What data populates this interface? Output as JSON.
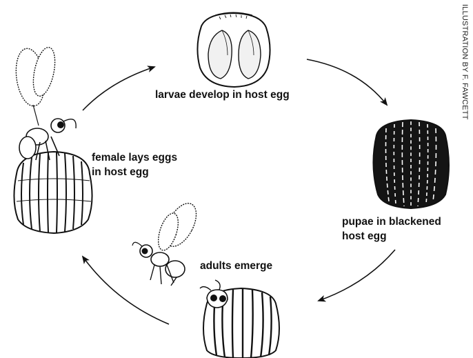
{
  "credit": "ILLUSTRATION BY F. FAWCETT",
  "stages": [
    {
      "id": "female-lays",
      "lines": [
        "female lays eggs",
        "in host egg"
      ]
    },
    {
      "id": "larvae-develop",
      "lines": [
        "larvae develop in host egg"
      ]
    },
    {
      "id": "pupae",
      "lines": [
        "pupae in blackened",
        "host egg"
      ]
    },
    {
      "id": "adults-emerge",
      "lines": [
        "adults emerge"
      ]
    }
  ],
  "colors": {
    "ink": "#111111",
    "background": "#ffffff",
    "pale_shade": "#f1f1f1"
  }
}
